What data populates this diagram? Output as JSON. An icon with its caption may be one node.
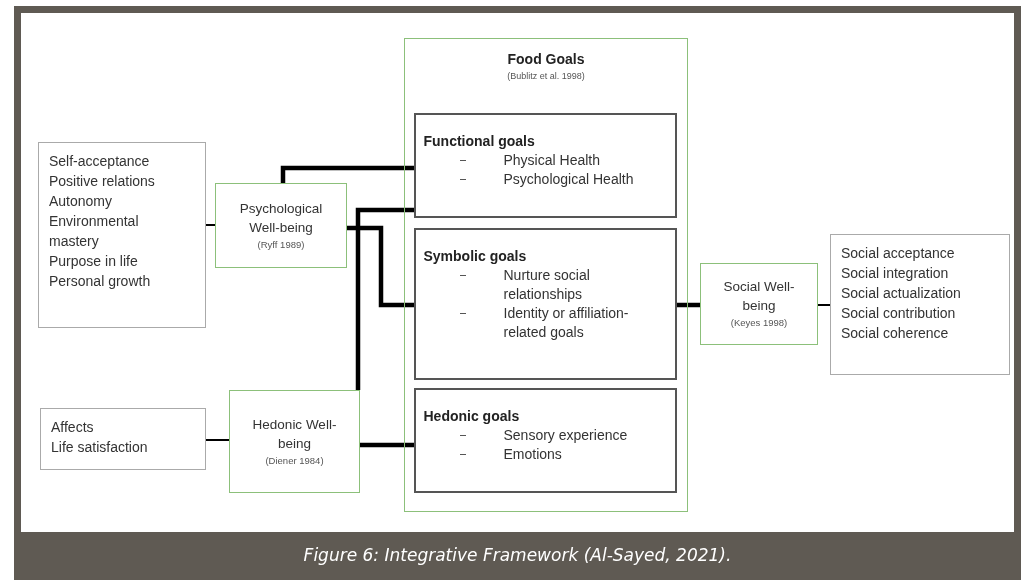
{
  "diagram": {
    "caption": "Figure 6: Integrative Framework (Al-Sayed, 2021).",
    "nodes": [
      {
        "text": [
          "Self-acceptance",
          "Positive relations",
          "Autonomy",
          "Environmental mastery",
          "Purpose in life",
          "Personal growth"
        ]
      },
      {
        "text": [
          "Psychological Well-being",
          "(Ryff 1989)"
        ]
      },
      {
        "text": [
          "Affects",
          "Life satisfaction"
        ]
      },
      {
        "text": [
          "Hedonic Well-being",
          "(Diener 1984)"
        ]
      },
      {
        "text": [
          "Food Goals",
          "(Bublitz et al. 1998)"
        ]
      },
      {
        "text": [
          "Functional goals",
          "Physical Health",
          "Psychological Health"
        ],
        "in": 4
      },
      {
        "text": [
          "Symbolic goals",
          "Nurture social relationships",
          "Identity or affiliation-related goals"
        ],
        "in": 4
      },
      {
        "text": [
          "Hedonic goals",
          "Sensory experience",
          "Emotions"
        ],
        "in": 4
      },
      {
        "text": [
          "Social Well-being",
          "(Keyes 1998)"
        ]
      },
      {
        "text": [
          "Social acceptance",
          "Social integration",
          "Social actualization",
          "Social contribution",
          "Social coherence"
        ]
      }
    ],
    "edges": [
      {
        "from": 0,
        "to": 1,
        "arrow": "none"
      },
      {
        "from": 1,
        "to": 5,
        "arrow": "none"
      },
      {
        "from": 1,
        "to": 6,
        "arrow": "none"
      },
      {
        "from": 2,
        "to": 3,
        "arrow": "none"
      },
      {
        "from": 3,
        "to": 5,
        "arrow": "none"
      },
      {
        "from": 3,
        "to": 7,
        "arrow": "none"
      },
      {
        "from": 6,
        "to": 8,
        "arrow": "none"
      },
      {
        "from": 8,
        "to": 9,
        "arrow": "none"
      }
    ]
  }
}
